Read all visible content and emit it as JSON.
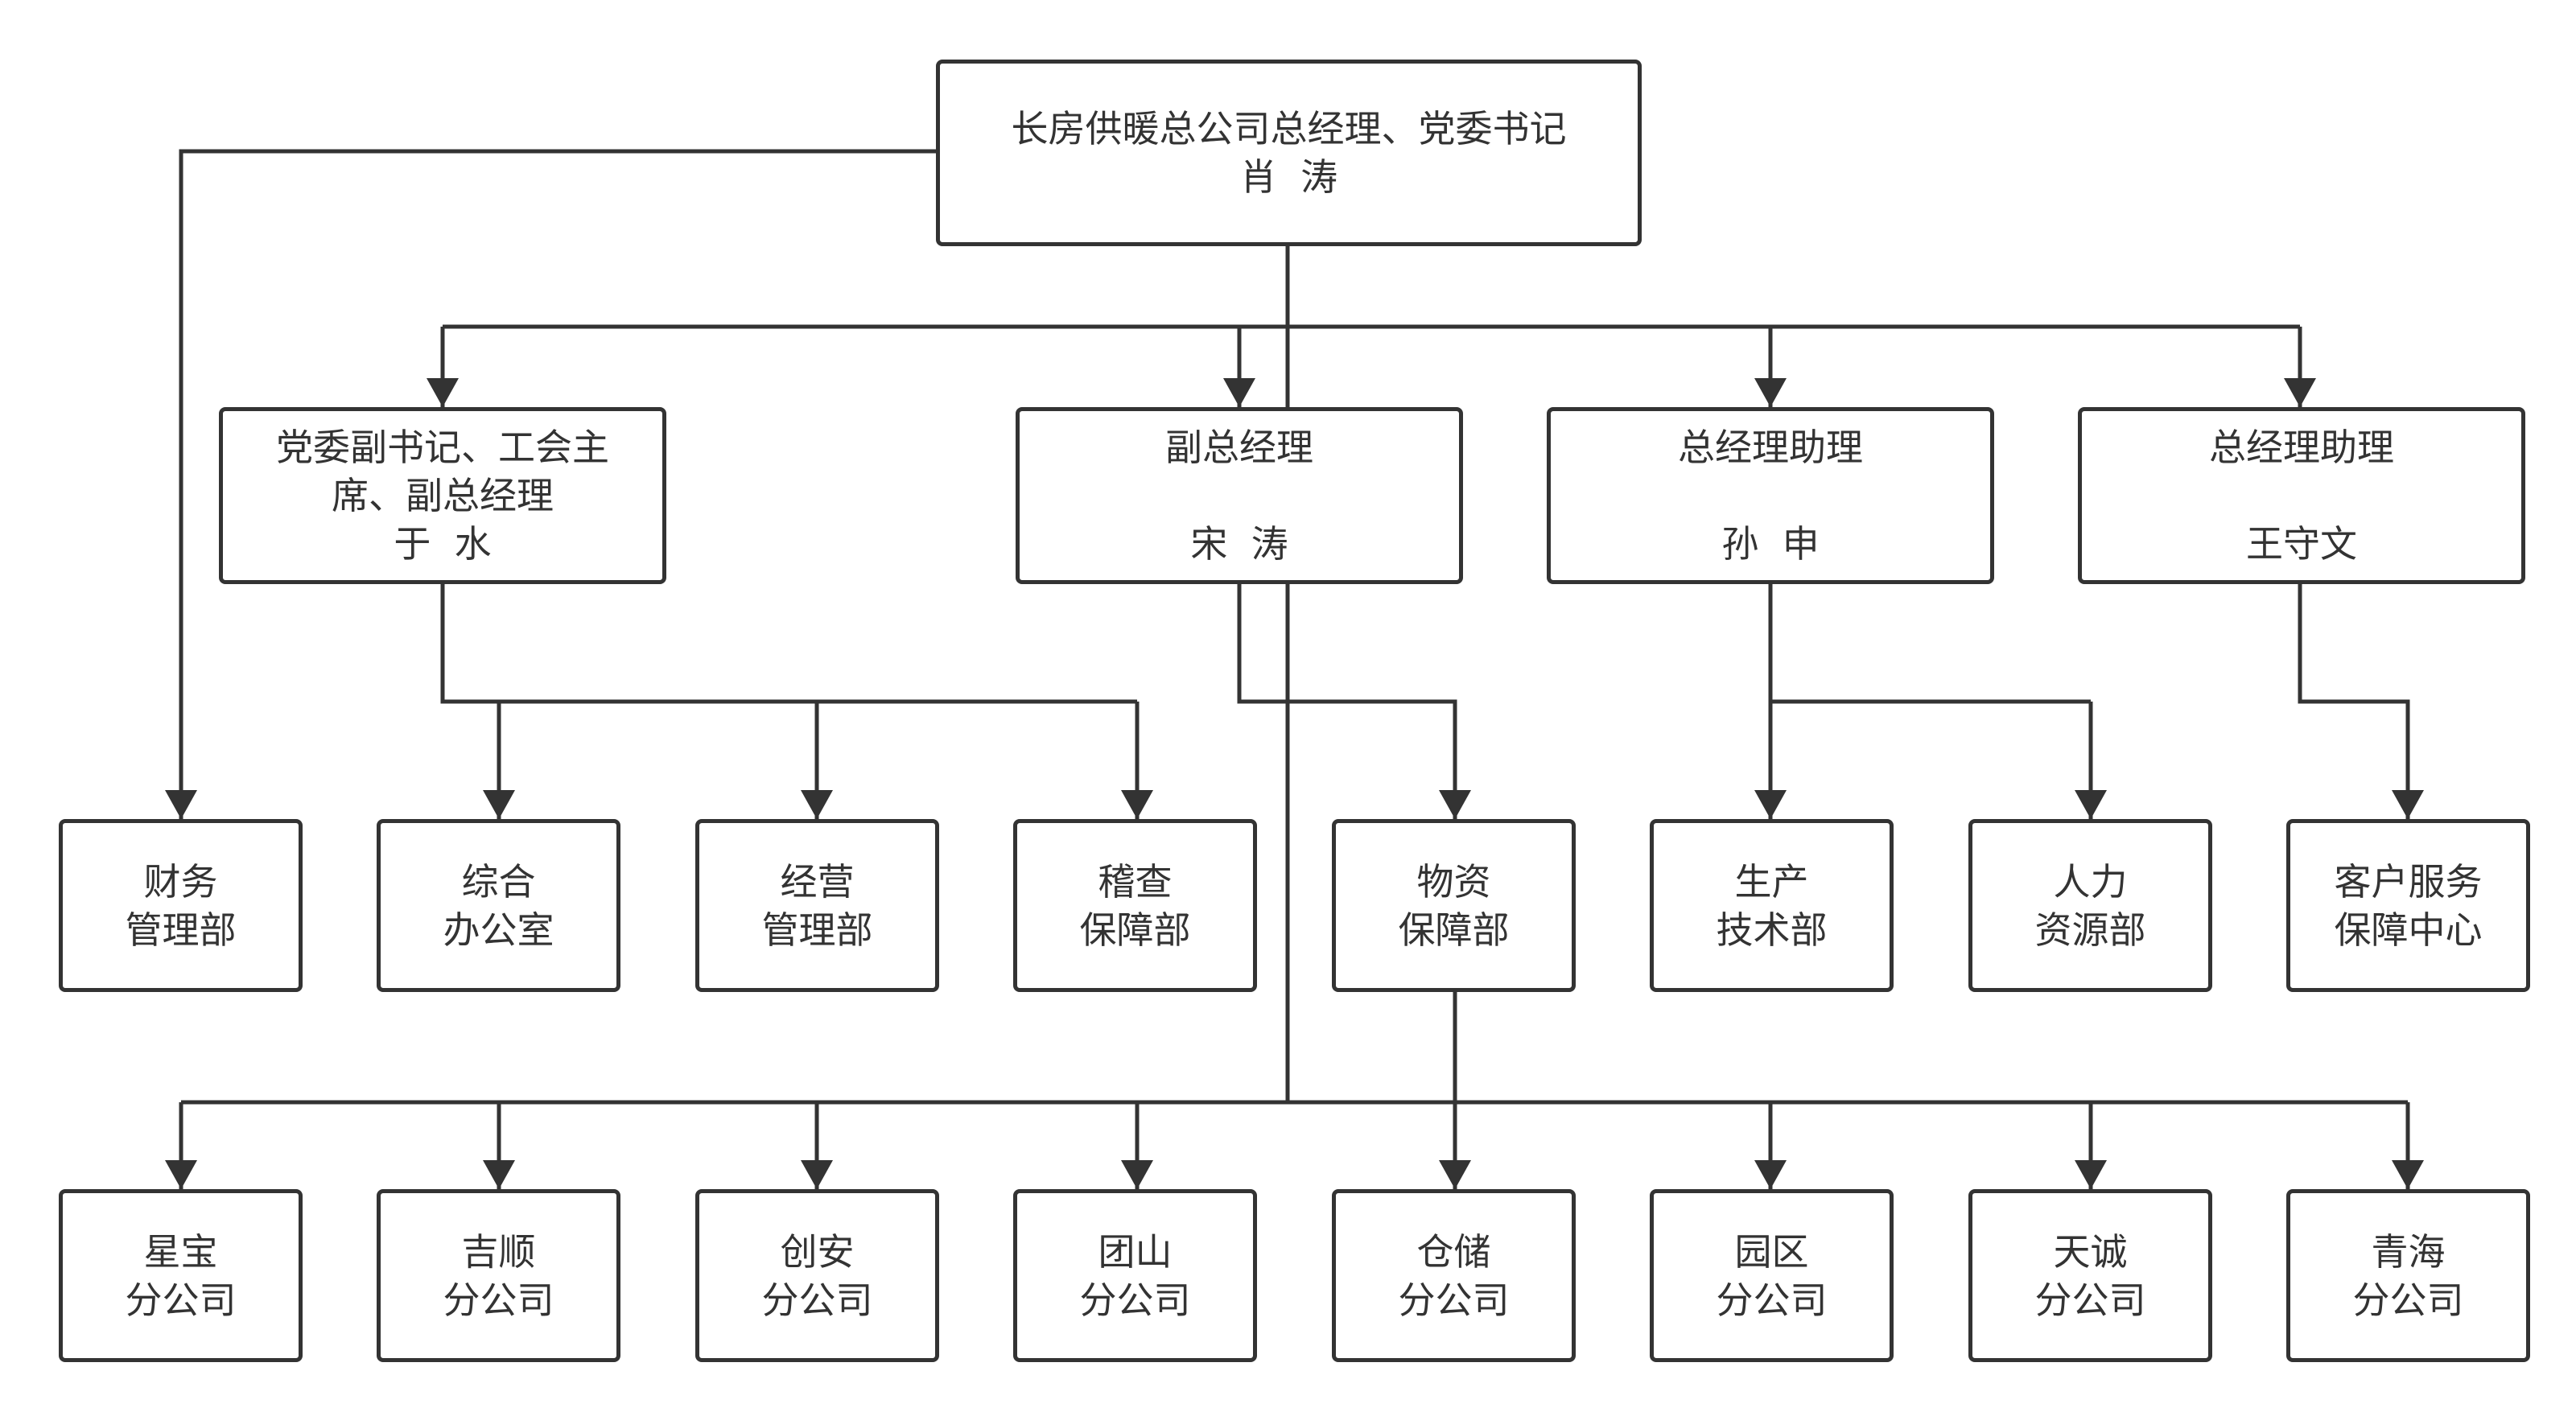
{
  "ceo": {
    "title": "长房供暖总公司总经理、党委书记",
    "name": "肖  涛"
  },
  "executives": {
    "yu": {
      "title_line1": "党委副书记、工会主",
      "title_line2": "席、副总经理",
      "name": "于  水"
    },
    "song": {
      "title": "副总经理",
      "name": "宋  涛"
    },
    "sun": {
      "title": "总经理助理",
      "name": "孙  申"
    },
    "wang": {
      "title": "总经理助理",
      "name": "王守文"
    }
  },
  "departments": [
    {
      "line1": "财务",
      "line2": "管理部"
    },
    {
      "line1": "综合",
      "line2": "办公室"
    },
    {
      "line1": "经营",
      "line2": "管理部"
    },
    {
      "line1": "稽查",
      "line2": "保障部"
    },
    {
      "line1": "物资",
      "line2": "保障部"
    },
    {
      "line1": "生产",
      "line2": "技术部"
    },
    {
      "line1": "人力",
      "line2": "资源部"
    },
    {
      "line1": "客户服务",
      "line2": "保障中心"
    }
  ],
  "subsidiaries": [
    {
      "line1": "星宝",
      "line2": "分公司"
    },
    {
      "line1": "吉顺",
      "line2": "分公司"
    },
    {
      "line1": "创安",
      "line2": "分公司"
    },
    {
      "line1": "团山",
      "line2": "分公司"
    },
    {
      "line1": "仓储",
      "line2": "分公司"
    },
    {
      "line1": "园区",
      "line2": "分公司"
    },
    {
      "line1": "天诚",
      "line2": "分公司"
    },
    {
      "line1": "青海",
      "line2": "分公司"
    }
  ],
  "colors": {
    "line": "#333333",
    "text": "#333333",
    "box_fill": "#ffffff",
    "background": "#ffffff"
  }
}
